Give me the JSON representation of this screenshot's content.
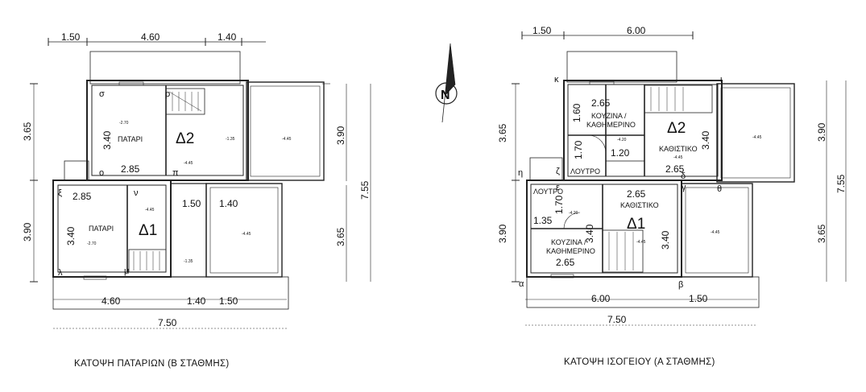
{
  "mezzanine": {
    "caption": "ΚΑΤΟΨΗ ΠΑΤΑΡΙΩΝ (Β ΣΤΑΘΜΗΣ)",
    "dims_top": [
      "1.50",
      "4.60",
      "1.40"
    ],
    "dims_left": [
      "3.65",
      "3.90"
    ],
    "dims_right_inner": [
      "3.90",
      "3.65"
    ],
    "dim_right_outer": "7.55",
    "dims_bottom_inner": [
      "4.60",
      "1.40",
      "1.50"
    ],
    "dim_bottom_outer": "7.50",
    "unit2": {
      "label": "Δ2",
      "room": "ΠΑΤΑΡΙ",
      "w": "2.85",
      "h": "3.40",
      "level": "-2.70",
      "level_small": "-4.45"
    },
    "unit1": {
      "label": "Δ1",
      "room": "ΠΑΤΑΡΙ",
      "w": "2.85",
      "h": "3.40",
      "level": "-2.70",
      "level_small": "-4.45",
      "d1": "1.50",
      "d2": "1.40"
    },
    "terrace_levels": [
      "-1.35",
      "-4.45",
      "-1.35",
      "-4.45"
    ],
    "points": [
      "σ",
      "ρ",
      "ο",
      "π",
      "ξ",
      "ν",
      "λ",
      "μ"
    ]
  },
  "ground": {
    "caption": "ΚΑΤΟΨΗ ΙΣΟΓΕΙΟΥ (Α ΣΤΑΘΜΗΣ)",
    "dims_top": [
      "1.50",
      "6.00"
    ],
    "dims_left": [
      "3.65",
      "3.90"
    ],
    "dims_right": [
      "3.90",
      "3.65"
    ],
    "dim_right_outer": "7.55",
    "dims_bottom_inner": [
      "6.00",
      "1.50"
    ],
    "dim_bottom_outer": "7.50",
    "unit2": {
      "label": "Δ2",
      "kitchen": "ΚΟΥΖΙΝΑ /",
      "kitchen2": "ΚΑΘΗΜΕΡΙΝΟ",
      "living": "ΚΑΘΙΣΤΙΚΟ",
      "bath": "ΛΟΥΤΡΟ",
      "k_w": "2.65",
      "k_h": "1.60",
      "b_h": "1.70",
      "b_w": "1.20",
      "l_w": "2.65",
      "l_h": "3.40",
      "level": "-4.20",
      "level_small": "-4.45"
    },
    "unit1": {
      "label": "Δ1",
      "kitchen": "ΚΟΥΖΙΝΑ /",
      "kitchen2": "ΚΑΘΗΜΕΡΙΝΟ",
      "living": "ΚΑΘΙΣΤΙΚΟ",
      "bath": "ΛΟΥΤΡΟ",
      "l_w": "2.65",
      "l_h": "3.40",
      "b_w": "1.35",
      "b_h": "1.70",
      "k_w": "2.65",
      "k_h": "3.40",
      "level": "-4.20",
      "level_small": "-4.45"
    },
    "terrace_levels": [
      "-4.45",
      "-4.45"
    ],
    "points": [
      "κ",
      "ι",
      "η",
      "ζ",
      "ε",
      "δ",
      "γ",
      "θ",
      "α",
      "β"
    ]
  },
  "north_symbol": "N"
}
